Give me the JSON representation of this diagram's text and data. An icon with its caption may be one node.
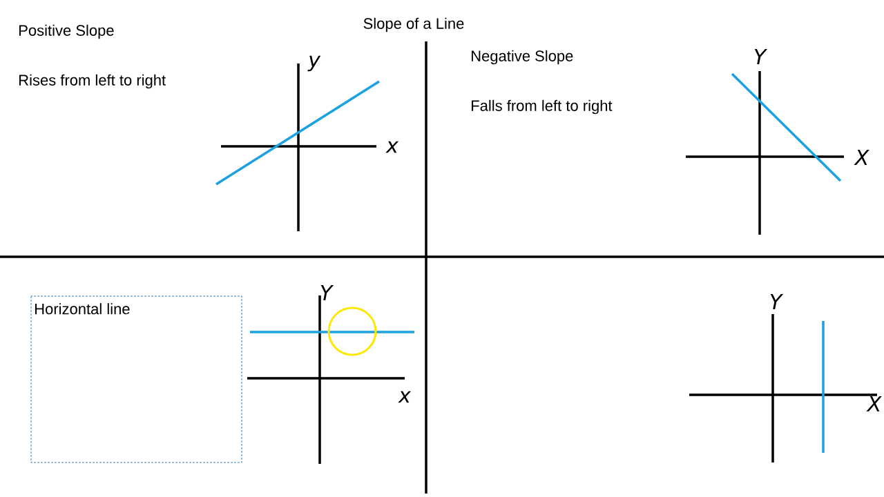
{
  "diagram": {
    "title": "Slope of a Line",
    "nodes": [
      {
        "text": [
          "Horizontal line"
        ]
      }
    ],
    "labels": [
      "Positive Slope",
      "Rises from left to right",
      "y",
      "x",
      "Negative Slope",
      "Falls from left to right",
      "Y",
      "X",
      "Y",
      "x",
      "Y",
      "X"
    ]
  }
}
